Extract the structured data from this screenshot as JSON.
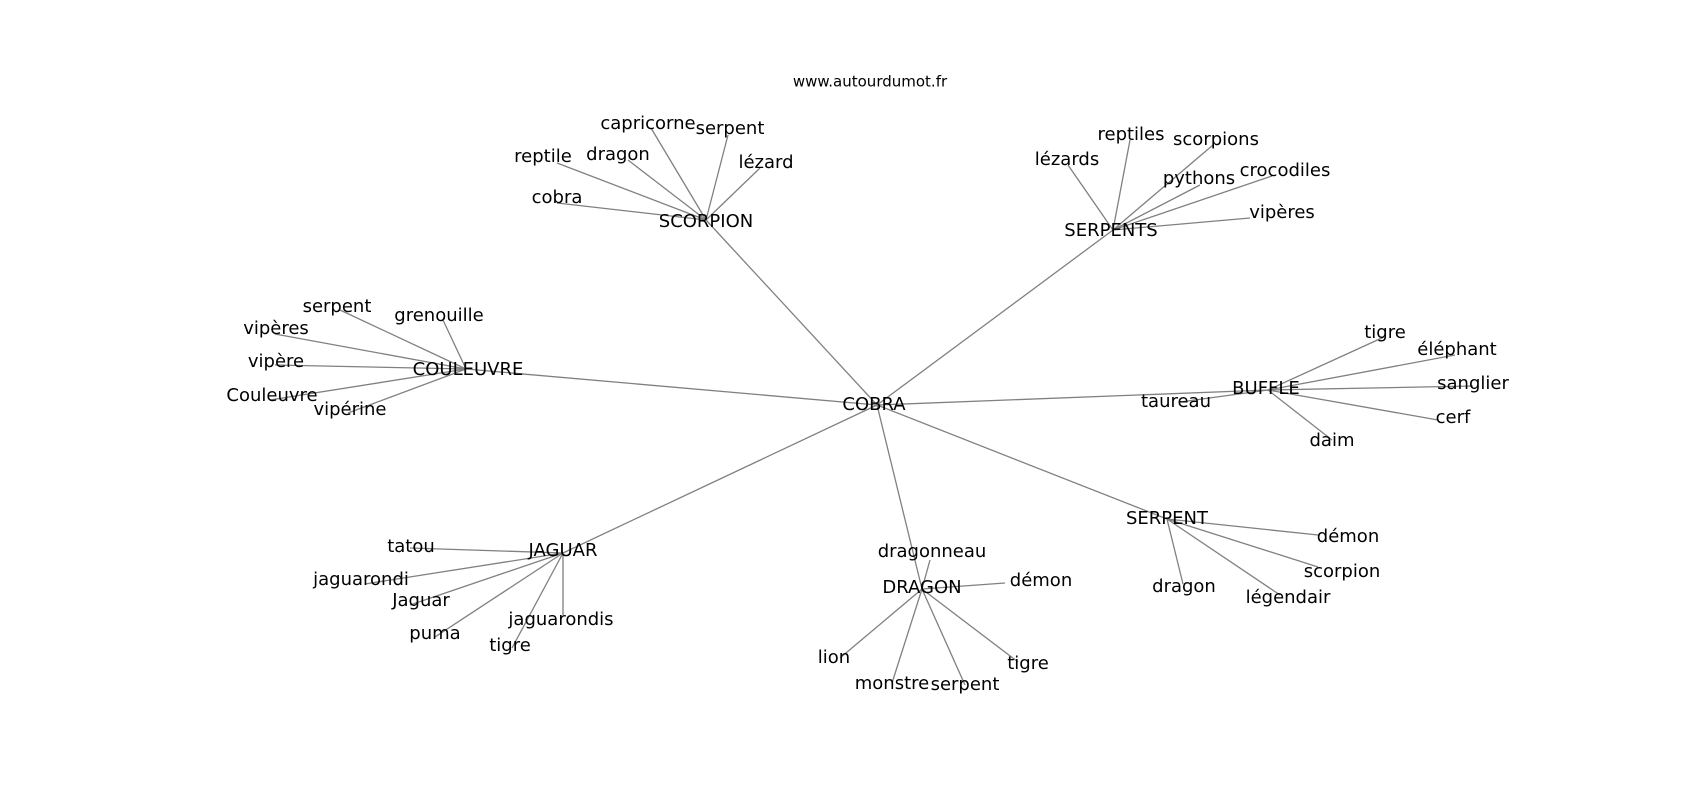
{
  "source_text": "www.autourdumot.fr",
  "center": "COBRA",
  "clusters": [
    {
      "label": "SCORPION",
      "neighbors": [
        "cobra",
        "reptile",
        "dragon",
        "capricorne",
        "serpent",
        "lézard"
      ]
    },
    {
      "label": "SERPENTS",
      "neighbors": [
        "lézards",
        "reptiles",
        "scorpions",
        "pythons",
        "crocodiles",
        "vipères"
      ]
    },
    {
      "label": "COULEUVRE",
      "neighbors": [
        "serpent",
        "grenouille",
        "vipères",
        "vipère",
        "Couleuvre",
        "vipérine"
      ]
    },
    {
      "label": "BUFFLE",
      "neighbors": [
        "tigre",
        "éléphant",
        "sanglier",
        "cerf",
        "daim",
        "taureau"
      ]
    },
    {
      "label": "JAGUAR",
      "neighbors": [
        "tatou",
        "jaguarondi",
        "Jaguar",
        "puma",
        "tigre",
        "jaguarondis"
      ]
    },
    {
      "label": "DRAGON",
      "neighbors": [
        "dragonneau",
        "démon",
        "tigre",
        "serpent",
        "monstre",
        "lion"
      ]
    },
    {
      "label": "SERPENT",
      "neighbors": [
        "démon",
        "scorpion",
        "légendair",
        "dragon"
      ]
    }
  ]
}
